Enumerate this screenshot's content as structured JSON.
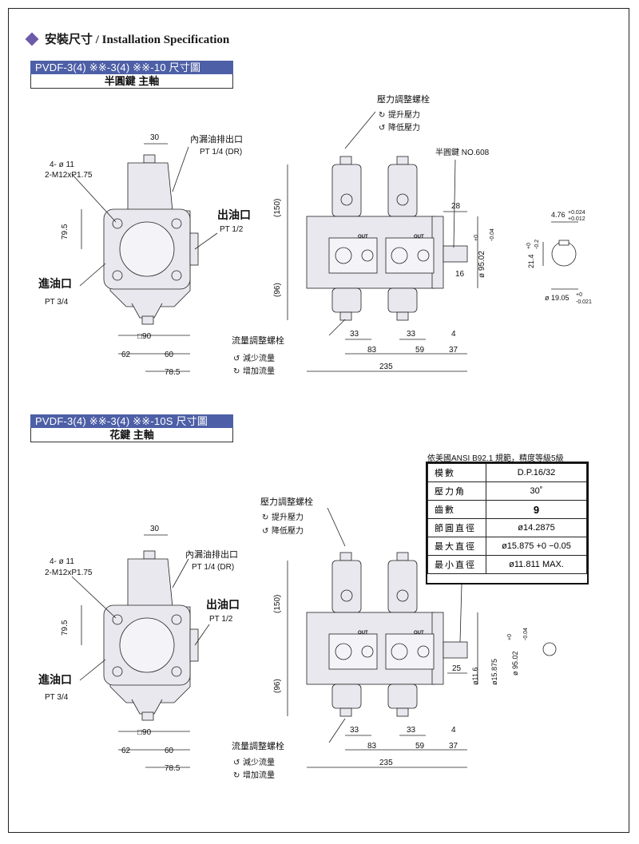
{
  "header": {
    "title": "安裝尺寸 / Installation Specification"
  },
  "section1": {
    "model": "PVDF-3(4) ※※-3(4) ※※-10  尺寸圖",
    "subtitle": "半圓鍵 主軸"
  },
  "section2": {
    "model": "PVDF-3(4) ※※-3(4) ※※-10S  尺寸圖",
    "subtitle": "花鍵 主軸"
  },
  "labels": {
    "pressure_screw": "壓力調整螺栓",
    "raise_pressure": "提升壓力",
    "lower_pressure": "降低壓力",
    "flow_screw": "流量調整螺栓",
    "reduce_flow": "減少流量",
    "increase_flow": "增加流量",
    "drain_port": "內漏油排出口",
    "drain_spec": "PT 1/4 (DR)",
    "outlet": "出油口",
    "outlet_spec": "PT 1/2",
    "inlet": "進油口",
    "inlet_spec": "PT 3/4",
    "holes": "4- ø 11",
    "thread": "2-M12xP1.75",
    "key": "半圓鍵 NO.608",
    "out": "OUT"
  },
  "dims": {
    "d30": "30",
    "d79_5": "79.5",
    "d90": "□90",
    "d62": "62",
    "d60": "60",
    "d78_5": "78.5",
    "d150": "(150)",
    "d96": "(96)",
    "d28": "28",
    "d16": "16",
    "d25": "25",
    "d33": "33",
    "d83": "83",
    "d59": "59",
    "d4": "4",
    "d37": "37",
    "d235": "235",
    "d95": "ø 95.02",
    "d95_tol_up": "+0",
    "d95_tol_dn": "-0.04",
    "key_w": "4.76",
    "key_w_up": "+0.024",
    "key_w_dn": "+0.012",
    "key_h": "21.4",
    "key_h_up": "+0",
    "key_h_dn": "-0.2",
    "shaft_d": "ø 19.05",
    "shaft_d_up": "+0",
    "shaft_d_dn": "-0.021",
    "d11_6": "ø11.6",
    "d15_875": "ø15.875"
  },
  "spec_table": {
    "caption": "依美國ANSI  B92.1 規範，精度等級5級",
    "rows": [
      {
        "k": "模數",
        "v": "D.P.16/32"
      },
      {
        "k": "壓力角",
        "v": "30˚"
      },
      {
        "k": "齒數",
        "v": "9"
      },
      {
        "k": "節圓直徑",
        "v": "ø14.2875"
      },
      {
        "k": "最大直徑",
        "v": "ø15.875 +0 −0.05"
      },
      {
        "k": "最小直徑",
        "v": "ø11.811 MAX."
      }
    ]
  }
}
